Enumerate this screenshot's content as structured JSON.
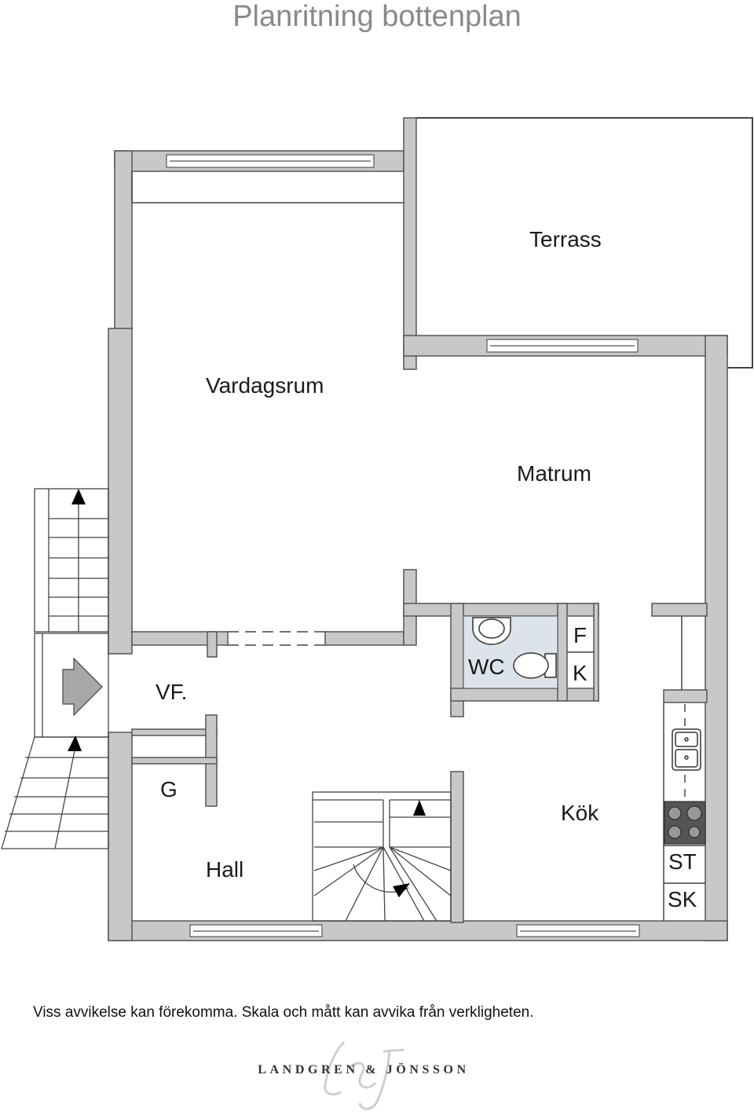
{
  "title": "Planritning bottenplan",
  "rooms": {
    "terrass": "Terrass",
    "vardagsrum": "Vardagsrum",
    "matrum": "Matrum",
    "vf": "VF.",
    "wc": "WC",
    "f": "F",
    "k": "K",
    "g": "G",
    "kok": "Kök",
    "hall": "Hall",
    "st": "ST",
    "sk": "SK"
  },
  "disclaimer": "Viss avvikelse kan förekomma. Skala och mått kan avvika från verkligheten.",
  "logo": {
    "text": "LANDGREN & JÖNSSON",
    "monogram": "L&J"
  },
  "colors": {
    "wall": "#c8c8c8",
    "wall_stroke": "#555555",
    "wc_floor": "#dde3ea",
    "title": "#8a8a8a"
  }
}
